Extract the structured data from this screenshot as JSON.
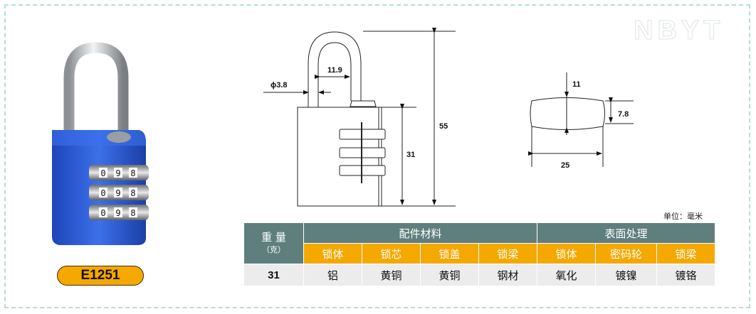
{
  "brand_watermark": "NBYT",
  "product": {
    "model": "E1251",
    "dial_digits": [
      "0",
      "9",
      "8"
    ]
  },
  "drawing": {
    "front": {
      "dim_shackle_dia": "ϕ3.8",
      "dim_shackle_inner_width": "11.9",
      "dim_total_height": "55",
      "dim_body_height": "31"
    },
    "section": {
      "dim_thickness_top": "11",
      "dim_thickness_side": "7.8",
      "dim_width": "25"
    }
  },
  "unit_label": "单位：毫米",
  "spec_table": {
    "weight_header": "重 量",
    "weight_unit": "（克）",
    "group_materials": "配件材料",
    "group_surface": "表面处理",
    "sub_headers": [
      "锁体",
      "锁芯",
      "锁盖",
      "锁梁",
      "锁体",
      "密码轮",
      "锁梁"
    ],
    "values": [
      "31",
      "铝",
      "黄铜",
      "黄铜",
      "钢材",
      "氧化",
      "镀镍",
      "镀铬"
    ]
  },
  "colors": {
    "header_teal": "#5f7f7e",
    "header_orange": "#f5a800",
    "row_gray": "#ececec",
    "lock_blue": "#2f5fd6",
    "border_dashed": "#b9dcdc"
  }
}
